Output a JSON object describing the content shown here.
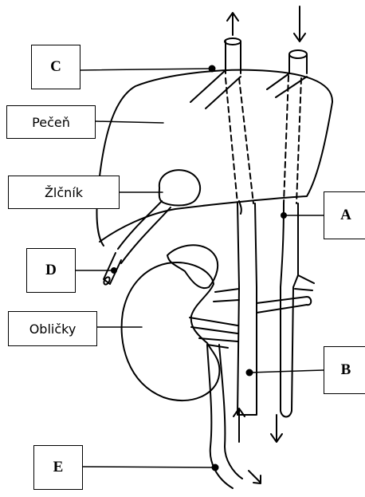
{
  "labels": {
    "c": "C",
    "pecen": "Pečeň",
    "zlcnik": "Žlčník",
    "d": "D",
    "oblicky": "Obličky",
    "a": "A",
    "b": "B",
    "e": "E"
  }
}
